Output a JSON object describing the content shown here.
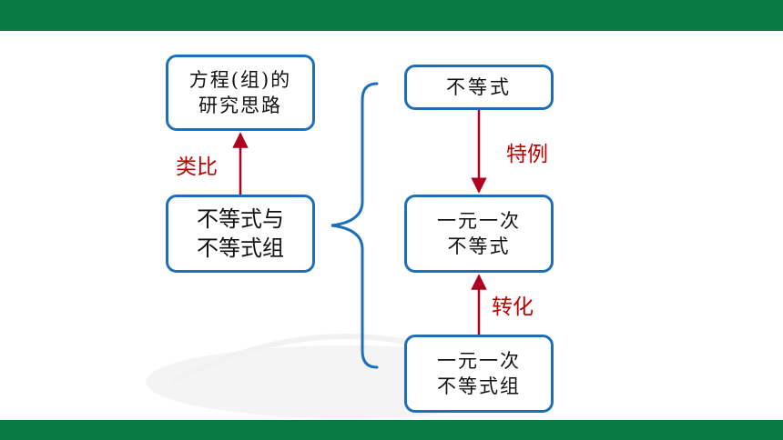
{
  "colors": {
    "bar": "#0a7a45",
    "box_border": "#1d6fb8",
    "arrow": "#b00020",
    "label": "#c00000"
  },
  "nodes": {
    "method": {
      "line1": "方程(组)的",
      "line2": "研究思路"
    },
    "main": {
      "line1": "不等式与",
      "line2": "不等式组"
    },
    "inequality": {
      "line1": "不等式"
    },
    "linear": {
      "line1": "一元一次",
      "line2": "不等式"
    },
    "system": {
      "line1": "一元一次",
      "line2": "不等式组"
    }
  },
  "edges": {
    "analogy": "类比",
    "special_case": "特例",
    "transform": "转化"
  }
}
